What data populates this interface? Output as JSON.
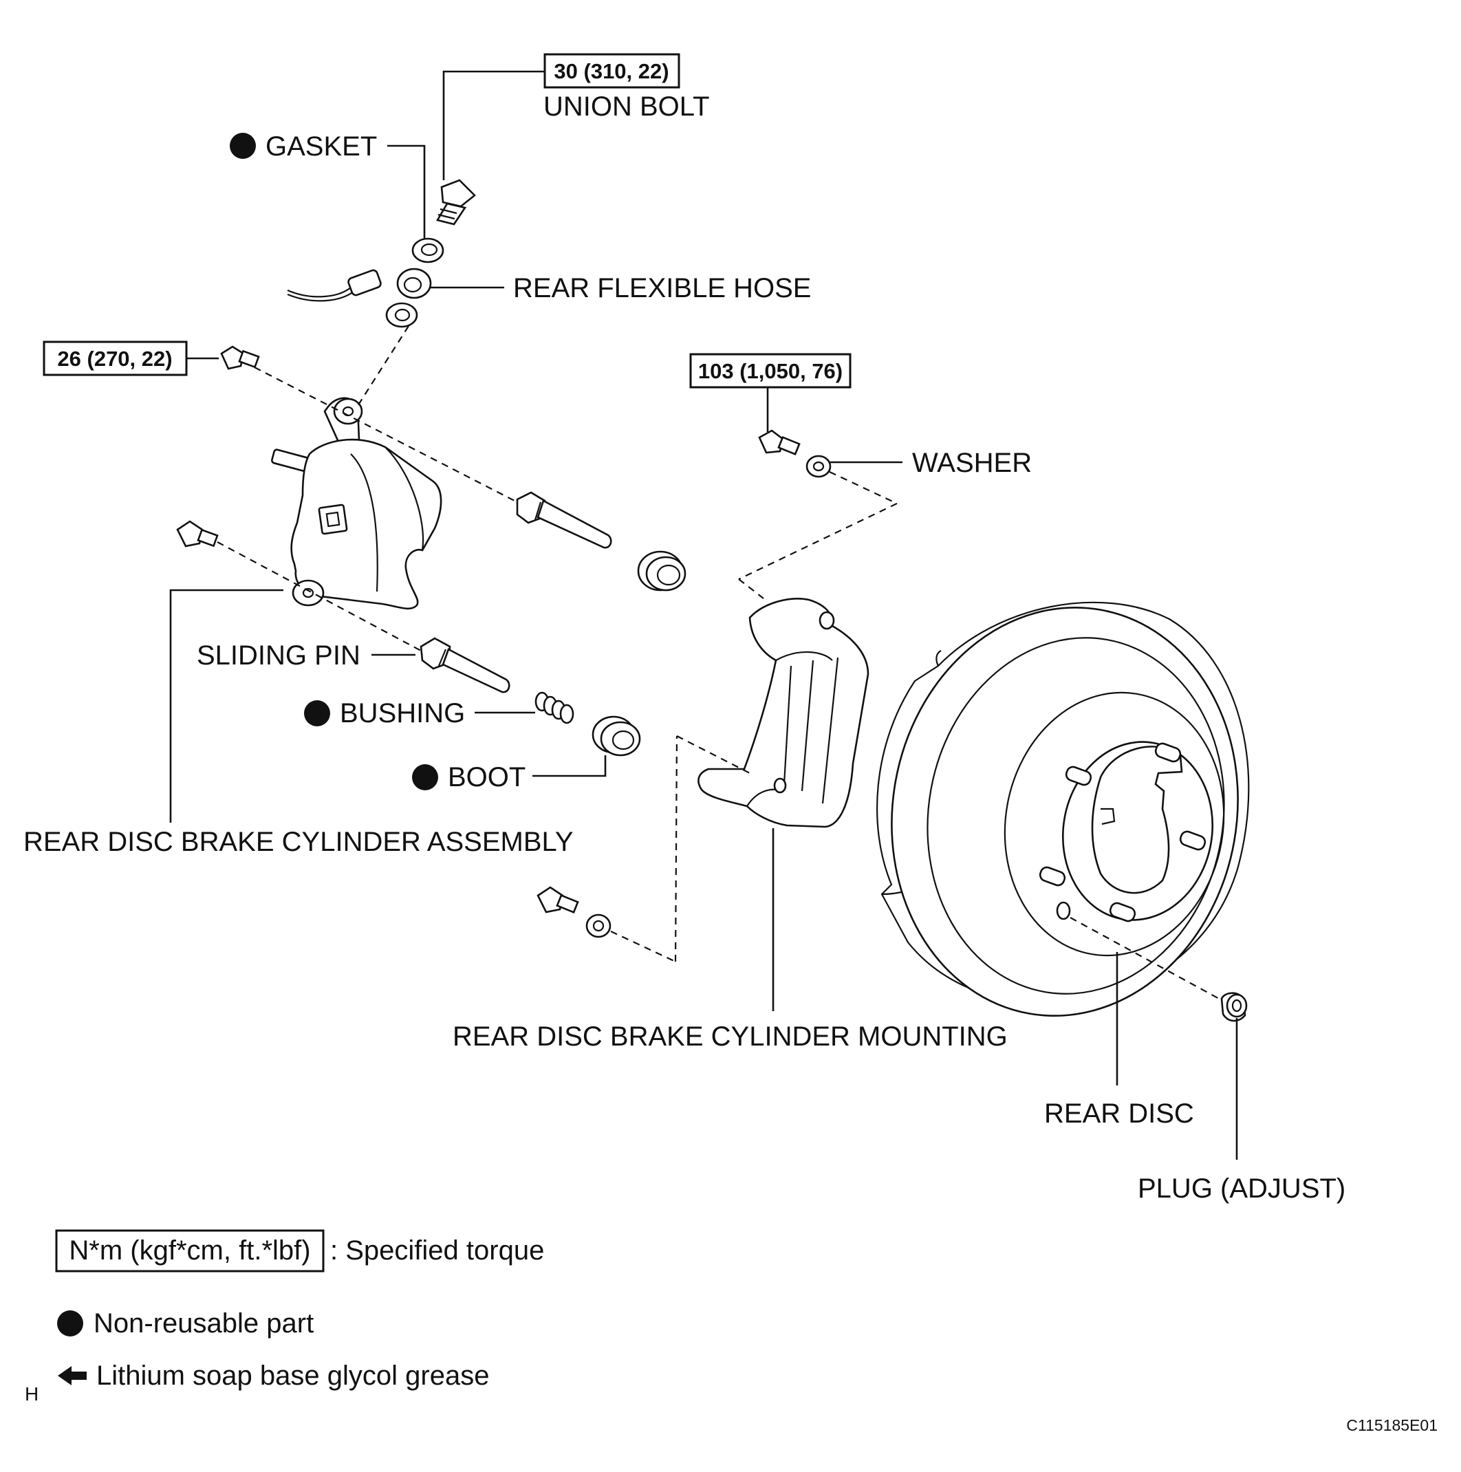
{
  "labels": {
    "union_bolt_torque": "30 (310, 22)",
    "union_bolt": "UNION BOLT",
    "gasket": "GASKET",
    "rear_flexible_hose": "REAR FLEXIBLE HOSE",
    "bleeder_torque": "26 (270, 22)",
    "mounting_bolt_torque": "103 (1,050, 76)",
    "washer": "WASHER",
    "sliding_pin": "SLIDING PIN",
    "bushing": "BUSHING",
    "boot": "BOOT",
    "rear_disc_brake_cylinder_assembly": "REAR DISC BRAKE CYLINDER ASSEMBLY",
    "rear_disc_brake_cylinder_mounting": "REAR DISC BRAKE CYLINDER MOUNTING",
    "rear_disc": "REAR DISC",
    "plug_adjust": "PLUG (ADJUST)"
  },
  "legend": {
    "torque_unit": "N*m (kgf*cm, ft.*lbf)",
    "torque_desc": ": Specified torque",
    "non_reusable": "Non-reusable part",
    "grease": "Lithium soap base glycol grease"
  },
  "footer": {
    "left_mark": "H",
    "figure_id": "C115185E01"
  },
  "icons": {
    "non_reusable_marker": "filled-circle-icon",
    "grease_marker": "arrow-left-icon"
  }
}
